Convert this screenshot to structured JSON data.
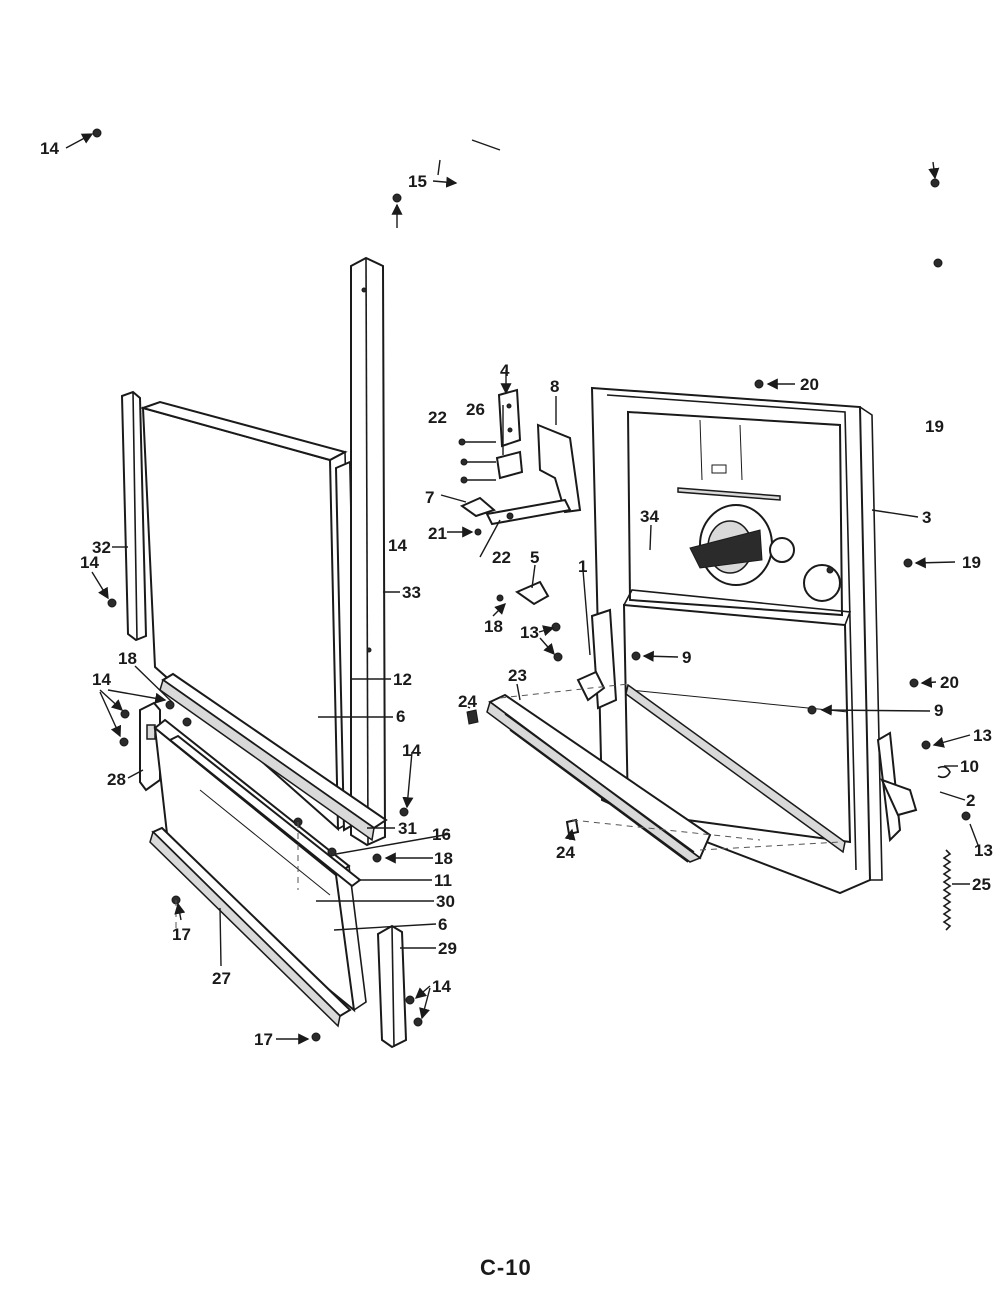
{
  "page_label": "C-10",
  "callouts": {
    "c4": "4",
    "c8": "8",
    "c20a": "20",
    "c22a": "22",
    "c26": "26",
    "c19a": "19",
    "c14a": "14",
    "c15": "15",
    "c3": "3",
    "c7": "7",
    "c34": "34",
    "c14b": "14",
    "c21": "21",
    "c22b": "22",
    "c19b": "19",
    "c32": "32",
    "c14c": "14",
    "c33": "33",
    "c5": "5",
    "c1": "1",
    "c18a": "18",
    "c13a": "13",
    "c9a": "9",
    "c12": "12",
    "c18b": "18",
    "c14d": "14",
    "c23": "23",
    "c20b": "20",
    "c6a": "6",
    "c24a": "24",
    "c9b": "9",
    "c13b": "13",
    "c10": "10",
    "c28": "28",
    "c14e": "14",
    "c2": "2",
    "c31": "31",
    "c24b": "24",
    "c13c": "13",
    "c16": "16",
    "c18c": "18",
    "c25": "25",
    "c11": "11",
    "c30": "30",
    "c17a": "17",
    "c6b": "6",
    "c29": "29",
    "c27": "27",
    "c14f": "14",
    "c17b": "17"
  }
}
